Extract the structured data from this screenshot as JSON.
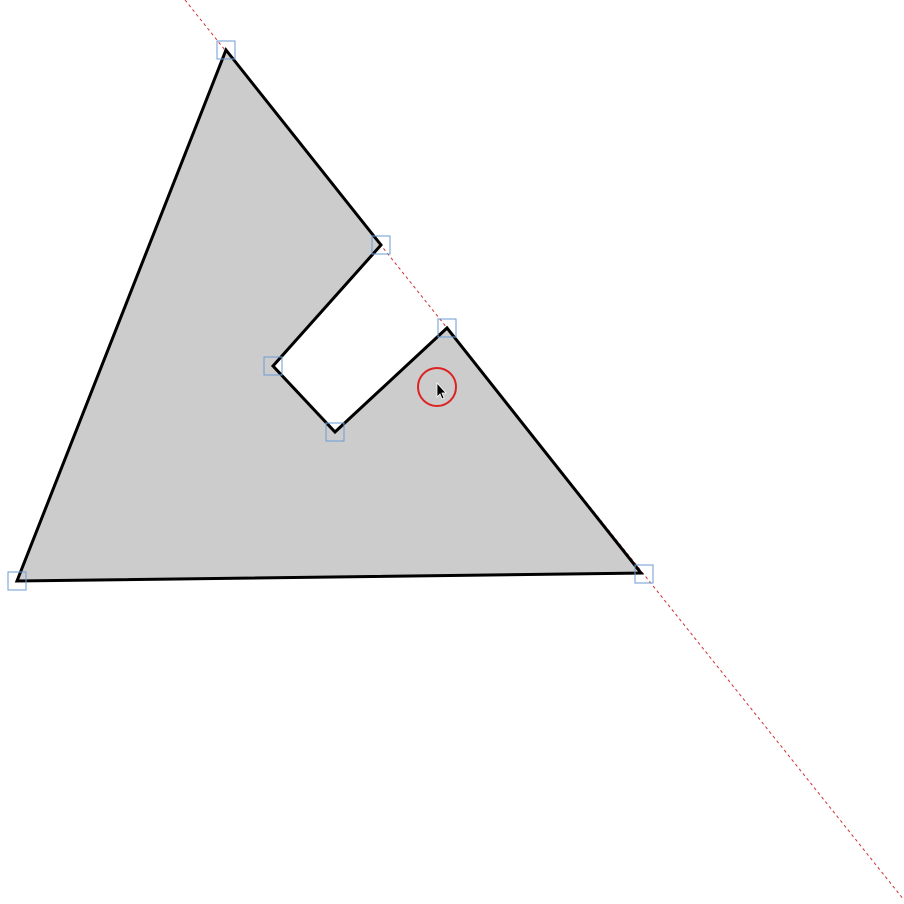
{
  "canvas": {
    "background": "#ffffff"
  },
  "shape": {
    "type": "polygon",
    "fill": "#cccccc",
    "stroke": "#000000",
    "vertex_count": 7
  },
  "vertex_handles": {
    "color": "#6b9bd2",
    "count": 7
  },
  "guide_line": {
    "style": "dashed",
    "color": "#cc3333"
  },
  "cursor": {
    "icon": "arrow-pointer-icon",
    "highlight_ring_color": "#dd2222"
  }
}
